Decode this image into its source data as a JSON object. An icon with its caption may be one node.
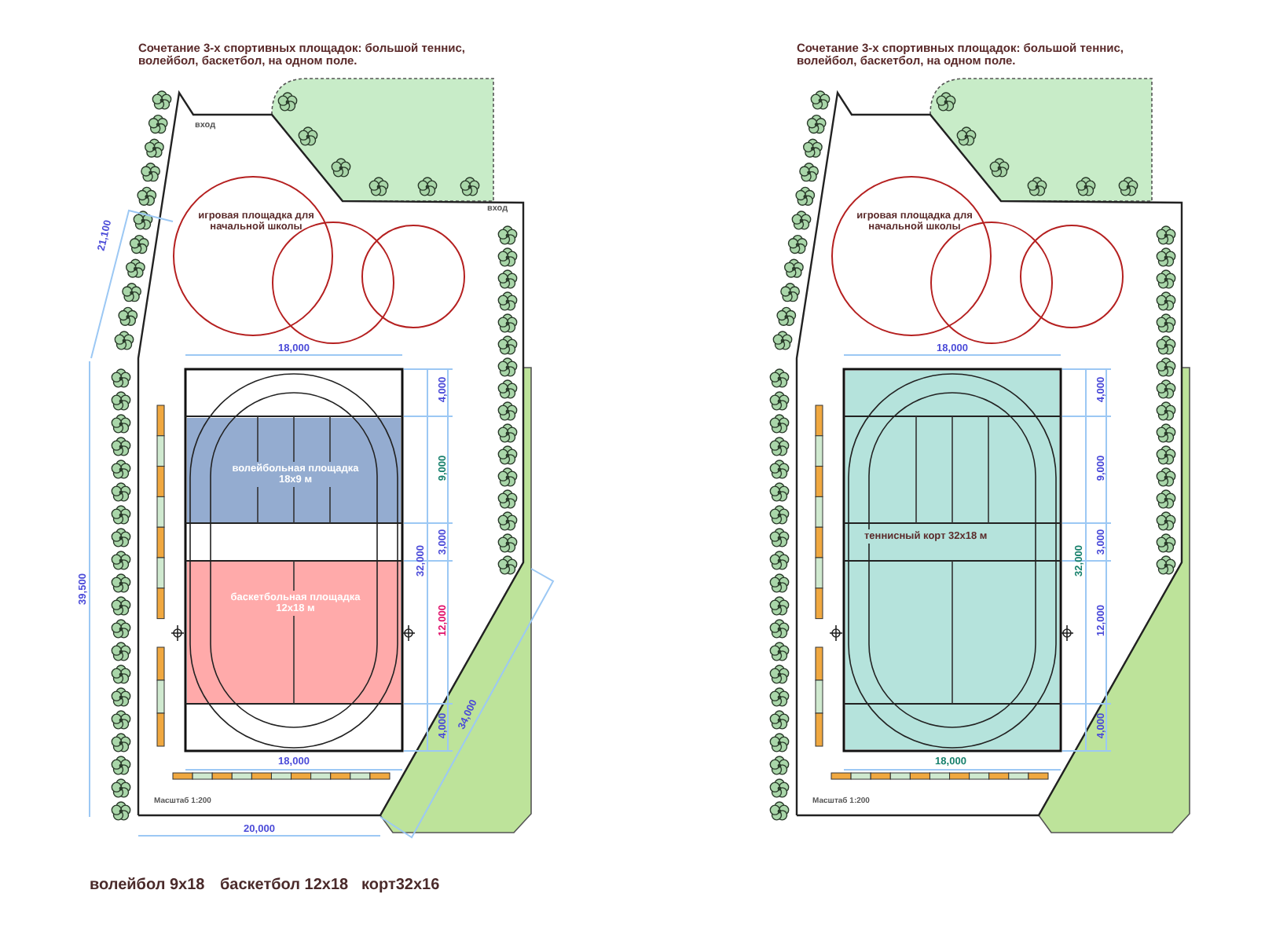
{
  "diagram": {
    "nodes": [
      {
        "text": [
          "игровая площадка для начальной школы"
        ]
      },
      {
        "text": [],
        "shape": "circle"
      },
      {
        "text": [],
        "shape": "circle"
      },
      {
        "text": [
          "волейбольная площадка 18х9 м"
        ]
      },
      {
        "text": [
          "баскетбольная площадка 12х18 м"
        ]
      },
      {
        "text": [
          "игровая площадка для начальной школы"
        ]
      },
      {
        "text": [],
        "shape": "circle"
      },
      {
        "text": [],
        "shape": "circle"
      },
      {
        "text": [
          "теннисный корт 32х18 м"
        ]
      }
    ],
    "edges": [],
    "labels": [
      "Сочетание 3-х спортивных площадок: большой теннис, волейбол, баскетбол, на одном поле.",
      "вход",
      "вход",
      "21,100",
      "18,000",
      "4,000",
      "9,000",
      "3,000",
      "32,000",
      "12,000",
      "4,000",
      "18,000",
      "39,500",
      "34,000",
      "20,000",
      "Масштаб 1:200",
      "Сочетание 3-х спортивных площадок: большой теннис, волейбол, баскетбол, на одном поле.",
      "18,000",
      "4,000",
      "9,000",
      "3,000",
      "32,000",
      "12,000",
      "4,000",
      "18,000",
      "Масштаб 1:200",
      "волейбол 9х18",
      "баскетбол 12х18",
      "корт32х16"
    ]
  }
}
